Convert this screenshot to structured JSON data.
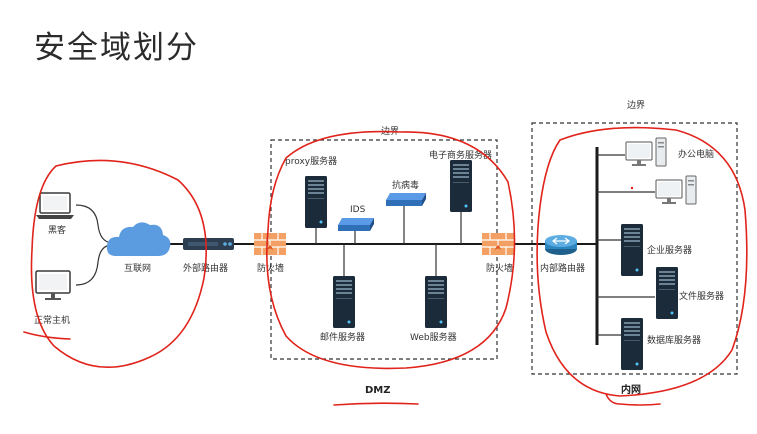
{
  "title": "安全域划分",
  "labels": {
    "hacker": "黑客",
    "normal_host": "正常主机",
    "internet": "互联网",
    "ext_router": "外部路由器",
    "fw_left": "防火墙",
    "proxy": "proxy服务器",
    "ids": "IDS",
    "antivirus": "抗病毒",
    "ecommerce": "电子商务服务器",
    "mail": "邮件服务器",
    "web": "Web服务器",
    "fw_right": "防火墙",
    "int_router": "内部路由器",
    "office_pc": "办公电脑",
    "enterprise_srv": "企业服务器",
    "file_srv": "文件服务器",
    "db_srv": "数据库服务器",
    "border_dmz": "边界",
    "border_intranet": "边界",
    "dmz": "DMZ",
    "intranet": "内网"
  },
  "colors": {
    "annotation": "#e0231b",
    "server": "#1c2b3a",
    "cloud": "#4d8fd6",
    "firewall": "#f08a3c",
    "router": "#2e86c1",
    "switch": "#2f6fb8"
  }
}
